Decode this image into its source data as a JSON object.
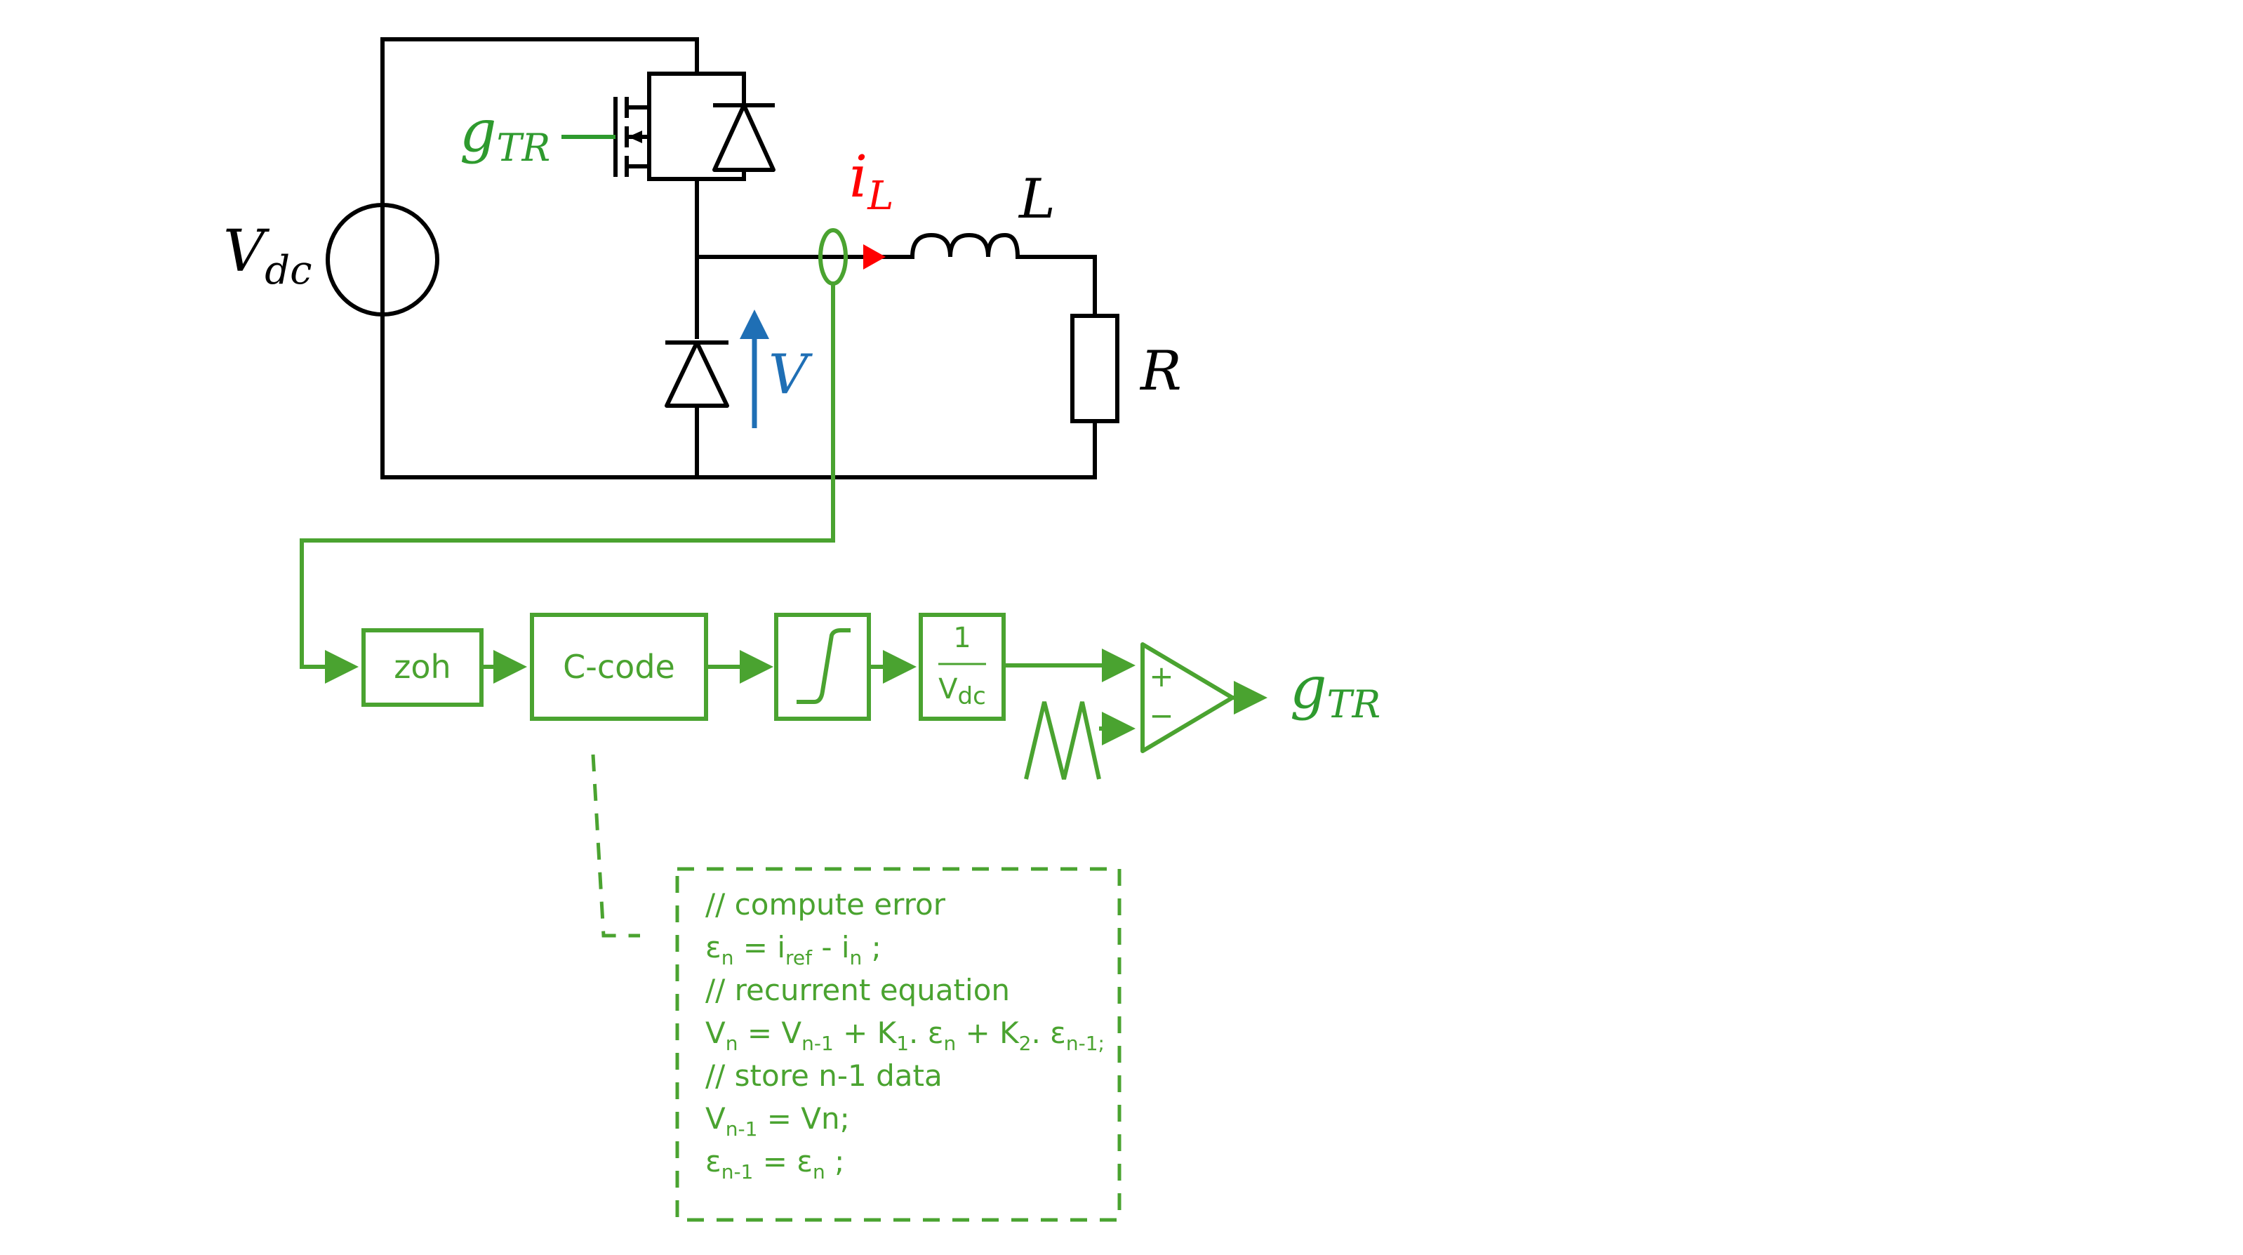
{
  "colors": {
    "circuit": "#000000",
    "control": "#4aa330",
    "current": "#ff0000",
    "voltage": "#1f6fb5"
  },
  "circuit": {
    "source_label": {
      "main": "V",
      "sub": "dc"
    },
    "gate_label": {
      "main": "g",
      "sub": "TR"
    },
    "current_label": {
      "main": "i",
      "sub": "L"
    },
    "inductor_label": "L",
    "resistor_label": "R",
    "voltage_label": "V"
  },
  "control": {
    "zoh_label": "zoh",
    "ccode_label": "C-code",
    "gain_numerator": "1",
    "gain_denominator": {
      "main": "V",
      "sub": "dc"
    },
    "plus_sign": "+",
    "minus_sign": "−",
    "output_label": {
      "main": "g",
      "sub": "TR"
    }
  },
  "code_lines": [
    {
      "parts": [
        {
          "t": "// compute error"
        }
      ]
    },
    {
      "parts": [
        {
          "t": "ε"
        },
        {
          "t": "n",
          "sub": true
        },
        {
          "t": " = i"
        },
        {
          "t": "ref",
          "sub": true
        },
        {
          "t": " - i"
        },
        {
          "t": "n",
          "sub": true
        },
        {
          "t": " ;"
        }
      ]
    },
    {
      "parts": [
        {
          "t": "// recurrent equation"
        }
      ]
    },
    {
      "parts": [
        {
          "t": "V"
        },
        {
          "t": "n",
          "sub": true
        },
        {
          "t": " = V"
        },
        {
          "t": "n-1",
          "sub": true
        },
        {
          "t": " + K"
        },
        {
          "t": "1",
          "sub": true
        },
        {
          "t": ". ε"
        },
        {
          "t": "n",
          "sub": true
        },
        {
          "t": " + K"
        },
        {
          "t": "2",
          "sub": true
        },
        {
          "t": ". ε"
        },
        {
          "t": "n-1;",
          "sub": true
        }
      ]
    },
    {
      "parts": [
        {
          "t": "// store n-1 data"
        }
      ]
    },
    {
      "parts": [
        {
          "t": "V"
        },
        {
          "t": "n-1",
          "sub": true
        },
        {
          "t": " = Vn;"
        }
      ]
    },
    {
      "parts": [
        {
          "t": "ε"
        },
        {
          "t": "n-1",
          "sub": true
        },
        {
          "t": " = ε"
        },
        {
          "t": "n",
          "sub": true
        },
        {
          "t": " ;"
        }
      ]
    }
  ]
}
